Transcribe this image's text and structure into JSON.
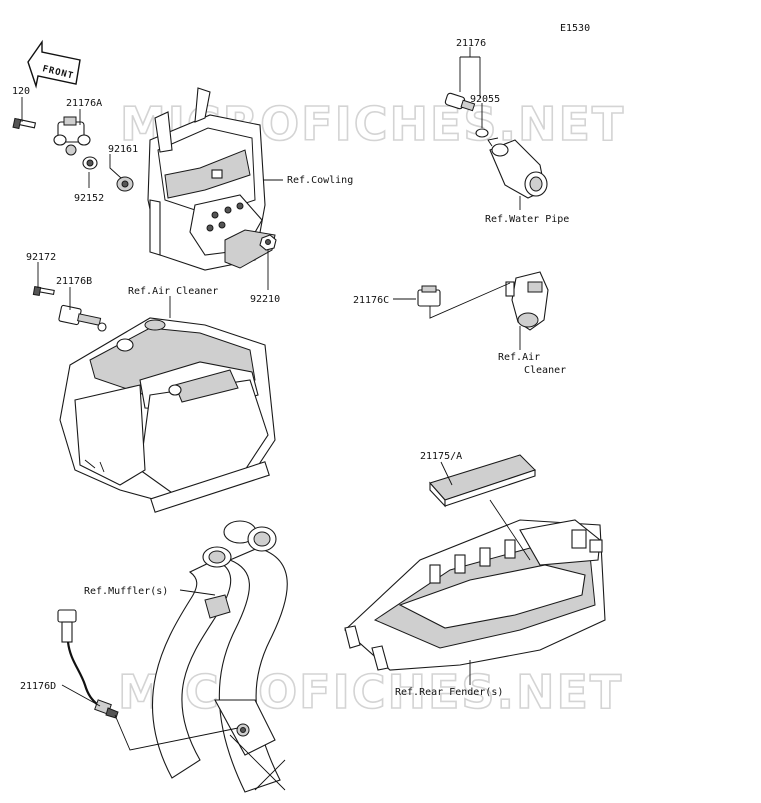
{
  "diagram_id": "E1530",
  "watermark": "MICROFICHES.NET",
  "front_label": "FRONT",
  "part_labels": {
    "p120": "120",
    "p21176A": "21176A",
    "p92161": "92161",
    "p92152": "92152",
    "p92172": "92172",
    "p21176B": "21176B",
    "p92210": "92210",
    "p21176": "21176",
    "p92055": "92055",
    "p21176C": "21176C",
    "p21175A": "21175/A",
    "p21176D": "21176D"
  },
  "ref_labels": {
    "cowling": "Ref.Cowling",
    "air_cleaner_left": "Ref.Air Cleaner",
    "water_pipe": "Ref.Water Pipe",
    "air_cleaner_right_1": "Ref.Air",
    "air_cleaner_right_2": "Cleaner",
    "mufflers": "Ref.Muffler(s)",
    "rear_fender": "Ref.Rear Fender(s)"
  }
}
